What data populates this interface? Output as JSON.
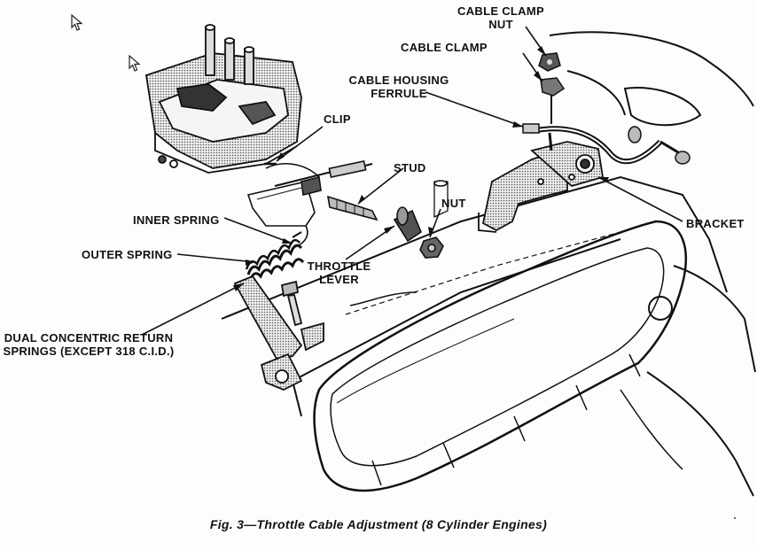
{
  "labels": {
    "cable_clamp_nut_line1": "CABLE CLAMP",
    "cable_clamp_nut_line2": "NUT",
    "cable_clamp": "CABLE CLAMP",
    "cable_housing_line1": "CABLE HOUSING",
    "cable_housing_line2": "FERRULE",
    "clip": "CLIP",
    "stud": "STUD",
    "nut": "NUT",
    "inner_spring": "INNER SPRING",
    "outer_spring": "OUTER SPRING",
    "throttle_lever_line1": "THROTTLE",
    "throttle_lever_line2": "LEVER",
    "bracket": "BRACKET",
    "dual_springs_line1": "DUAL CONCENTRIC RETURN",
    "dual_springs_line2": "SPRINGS (EXCEPT 318 C.I.D.)"
  },
  "caption": "Fig. 3—Throttle Cable Adjustment (8 Cylinder Engines)",
  "icons": [
    "mouse-cursor-icon",
    "mouse-cursor-icon"
  ]
}
